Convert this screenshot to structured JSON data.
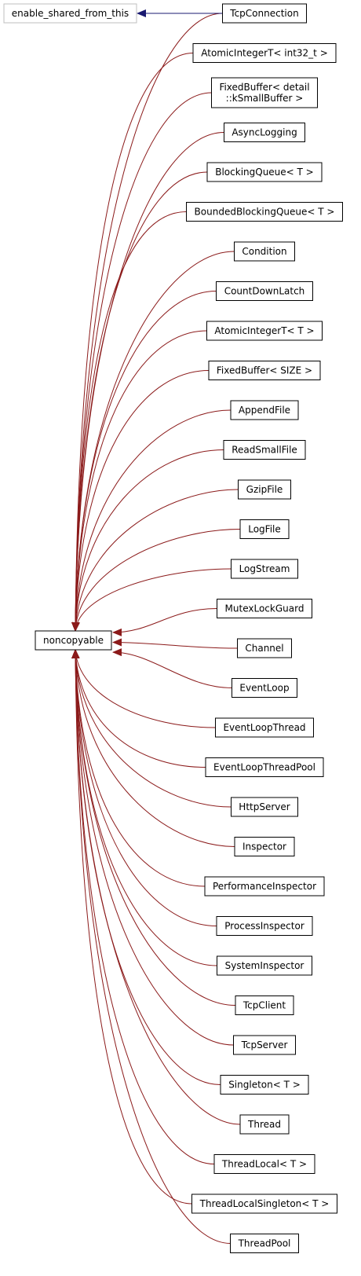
{
  "diagram": {
    "base_classes": [
      {
        "id": "enable_shared_from_this",
        "label": "enable_shared_from_this",
        "style": "gray"
      },
      {
        "id": "noncopyable",
        "label": "noncopyable",
        "style": "black"
      }
    ],
    "derived_classes": [
      {
        "label": "TcpConnection",
        "bases": [
          "enable_shared_from_this",
          "noncopyable"
        ]
      },
      {
        "label": "AtomicIntegerT< int32_t >",
        "bases": [
          "noncopyable"
        ]
      },
      {
        "label": "FixedBuffer< detail\n::kSmallBuffer >",
        "bases": [
          "noncopyable"
        ]
      },
      {
        "label": "AsyncLogging",
        "bases": [
          "noncopyable"
        ]
      },
      {
        "label": "BlockingQueue< T >",
        "bases": [
          "noncopyable"
        ]
      },
      {
        "label": "BoundedBlockingQueue< T >",
        "bases": [
          "noncopyable"
        ]
      },
      {
        "label": "Condition",
        "bases": [
          "noncopyable"
        ]
      },
      {
        "label": "CountDownLatch",
        "bases": [
          "noncopyable"
        ]
      },
      {
        "label": "AtomicIntegerT< T >",
        "bases": [
          "noncopyable"
        ]
      },
      {
        "label": "FixedBuffer< SIZE >",
        "bases": [
          "noncopyable"
        ]
      },
      {
        "label": "AppendFile",
        "bases": [
          "noncopyable"
        ]
      },
      {
        "label": "ReadSmallFile",
        "bases": [
          "noncopyable"
        ]
      },
      {
        "label": "GzipFile",
        "bases": [
          "noncopyable"
        ]
      },
      {
        "label": "LogFile",
        "bases": [
          "noncopyable"
        ]
      },
      {
        "label": "LogStream",
        "bases": [
          "noncopyable"
        ]
      },
      {
        "label": "MutexLockGuard",
        "bases": [
          "noncopyable"
        ]
      },
      {
        "label": "Channel",
        "bases": [
          "noncopyable"
        ]
      },
      {
        "label": "EventLoop",
        "bases": [
          "noncopyable"
        ]
      },
      {
        "label": "EventLoopThread",
        "bases": [
          "noncopyable"
        ]
      },
      {
        "label": "EventLoopThreadPool",
        "bases": [
          "noncopyable"
        ]
      },
      {
        "label": "HttpServer",
        "bases": [
          "noncopyable"
        ]
      },
      {
        "label": "Inspector",
        "bases": [
          "noncopyable"
        ]
      },
      {
        "label": "PerformanceInspector",
        "bases": [
          "noncopyable"
        ]
      },
      {
        "label": "ProcessInspector",
        "bases": [
          "noncopyable"
        ]
      },
      {
        "label": "SystemInspector",
        "bases": [
          "noncopyable"
        ]
      },
      {
        "label": "TcpClient",
        "bases": [
          "noncopyable"
        ]
      },
      {
        "label": "TcpServer",
        "bases": [
          "noncopyable"
        ]
      },
      {
        "label": "Singleton< T >",
        "bases": [
          "noncopyable"
        ]
      },
      {
        "label": "Thread",
        "bases": [
          "noncopyable"
        ]
      },
      {
        "label": "ThreadLocal< T >",
        "bases": [
          "noncopyable"
        ]
      },
      {
        "label": "ThreadLocalSingleton< T >",
        "bases": [
          "noncopyable"
        ]
      },
      {
        "label": "ThreadPool",
        "bases": [
          "noncopyable"
        ]
      }
    ],
    "colors": {
      "inheritance_edge": "#8b1a1a",
      "shared_from_this_edge": "#191970",
      "gray_border": "#bfbfbf",
      "black_border": "#000000"
    }
  }
}
